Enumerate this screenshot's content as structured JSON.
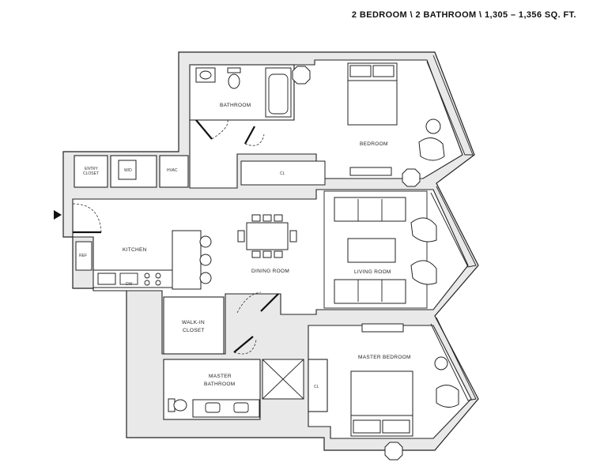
{
  "header": {
    "unit_summary": "2 BEDROOM  \\  2 BATHROOM  \\  1,305 – 1,356 SQ. FT."
  },
  "rooms": {
    "bathroom": "BATHROOM",
    "bedroom": "BEDROOM",
    "entry_closet_line1": "ENTRY",
    "entry_closet_line2": "CLOSET",
    "washer_dryer": "W/D",
    "hvac": "HVAC",
    "closet": "CL",
    "kitchen": "KITCHEN",
    "refrigerator": "REF",
    "dishwasher": "DW",
    "dining_room": "DINING ROOM",
    "living_room": "LIVING ROOM",
    "walk_in_closet_line1": "WALK-IN",
    "walk_in_closet_line2": "CLOSET",
    "master_bathroom_line1": "MASTER",
    "master_bathroom_line2": "BATHROOM",
    "master_bedroom": "MASTER BEDROOM",
    "master_closet": "CL"
  },
  "icons": {
    "entry": "entry-arrow-icon"
  },
  "colors": {
    "wall_fill": "#e9e9e9",
    "line": "#222222",
    "room_fill": "#ffffff"
  }
}
